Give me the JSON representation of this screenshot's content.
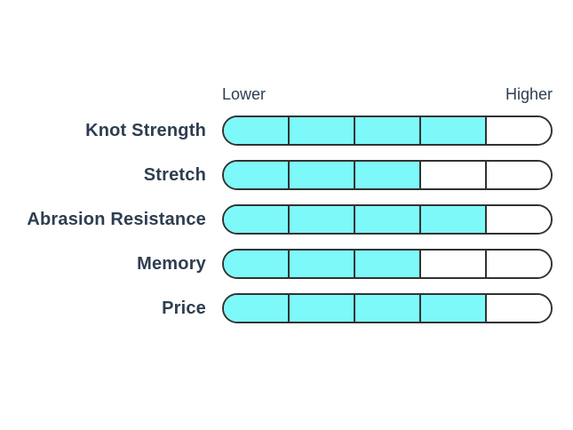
{
  "chart_data": {
    "type": "bar",
    "orientation": "horizontal",
    "title": "",
    "scale_labels": {
      "left": "Lower",
      "right": "Higher"
    },
    "segments_per_bar": 5,
    "categories": [
      "Knot Strength",
      "Stretch",
      "Abrasion Resistance",
      "Memory",
      "Price"
    ],
    "values": [
      4,
      3,
      4,
      3,
      4
    ],
    "xlim": [
      0,
      5
    ],
    "grid": false,
    "legend": "none"
  },
  "colors": {
    "fill": "#7df9fa",
    "empty": "#ffffff",
    "outline": "#323232",
    "label_text": "#2e3e50",
    "background": "#ffffff"
  }
}
